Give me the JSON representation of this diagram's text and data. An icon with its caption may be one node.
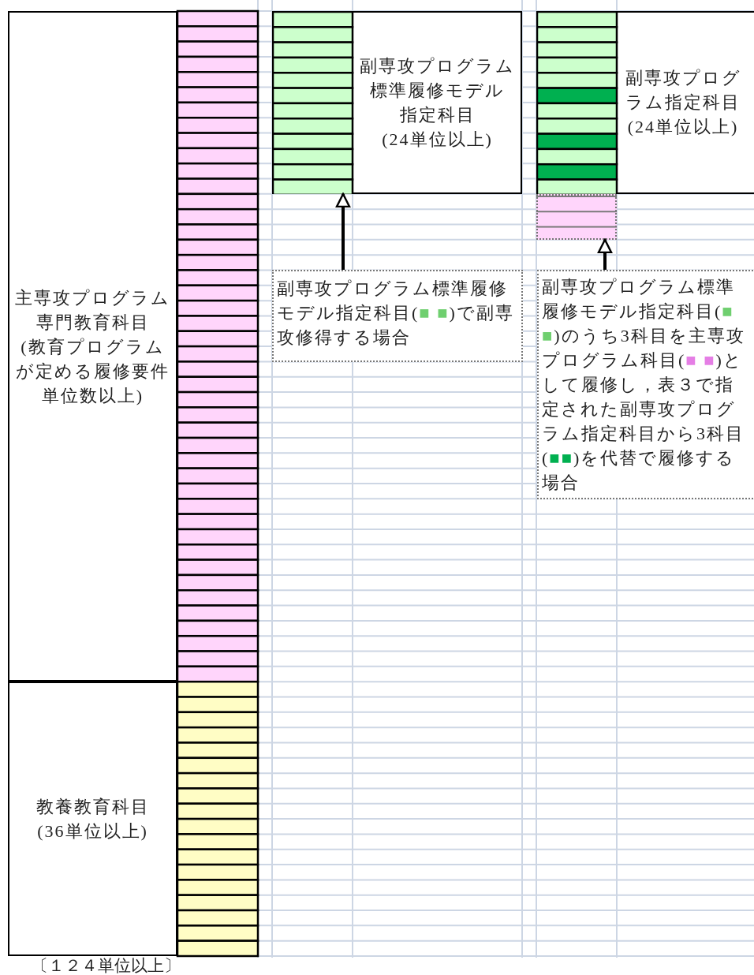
{
  "diagram": {
    "nodes": [
      {
        "text": [
          "主専攻プログラム専門教育科目(教育プログラムが定める履修要件単位数以上)"
        ]
      },
      {
        "text": [
          "教養教育科目(36単位以上)"
        ]
      },
      {
        "text": [
          "副専攻プログラム標準履修モデル指定科目(24単位以上)"
        ]
      },
      {
        "text": [
          "副専攻プログラム指定科目(24単位以上)"
        ]
      },
      {
        "text": [],
        "shape": "box"
      },
      {
        "text": [
          "副専攻プログラム標準履修モデル指定科目(■ ■)で副専攻修得する場合"
        ]
      },
      {
        "text": [
          "副専攻プログラム標準履修モデル指定科目(■ ■)のうち3科目を主専攻プログラム科目(■ ■)として履修し，表３で指定された副専攻プログラム指定科目から3科目(■■)を代替で履修する場合"
        ]
      }
    ],
    "edges": [
      {
        "from": 5,
        "to": 2,
        "arrow": "to"
      },
      {
        "from": 6,
        "to": 4,
        "arrow": "to"
      }
    ],
    "labels": [
      "〔１２４単位以上〕"
    ]
  }
}
